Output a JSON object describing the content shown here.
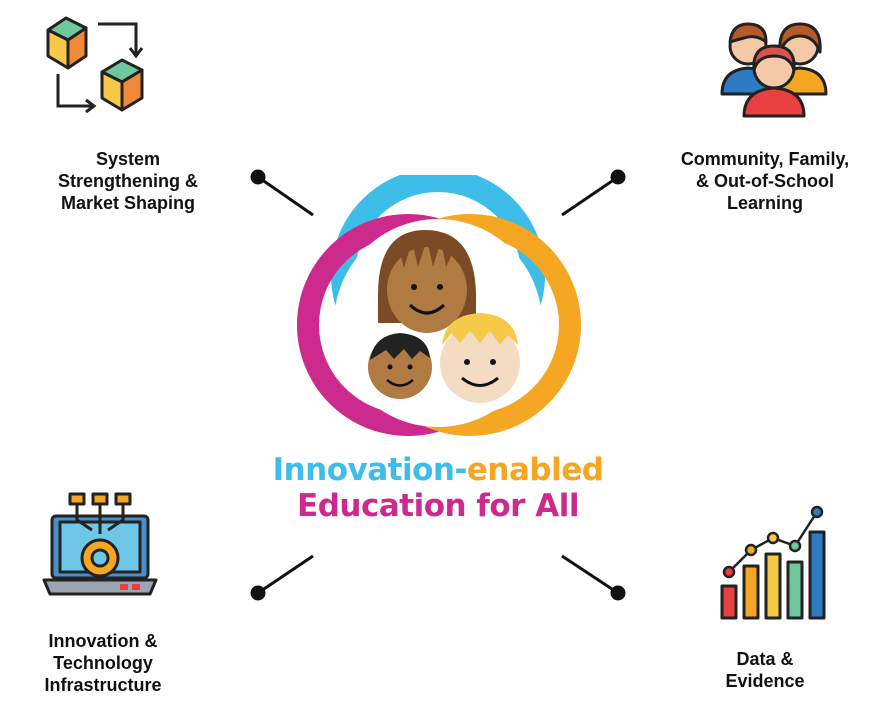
{
  "title": {
    "line1_part1": "Innovation-",
    "line1_part2": "enabled",
    "line2": "Education for All"
  },
  "pillars": {
    "top_left": [
      "System",
      "Strengthening &",
      "Market Shaping"
    ],
    "top_right": [
      "Community, Family,",
      "& Out-of-School",
      "Learning"
    ],
    "bottom_left": [
      "Innovation &",
      "Technology",
      "Infrastructure"
    ],
    "bottom_right": [
      "Data &",
      "Evidence"
    ]
  },
  "icons": {
    "top_left": "cubes-exchange-icon",
    "top_right": "family-group-icon",
    "bottom_left": "laptop-gear-network-icon",
    "bottom_right": "growth-bar-chart-icon",
    "center": "children-faces-icon"
  },
  "colors": {
    "cyan": "#3DBDE8",
    "magenta": "#CC2A8C",
    "orange": "#F5A623",
    "text": "#111111"
  }
}
